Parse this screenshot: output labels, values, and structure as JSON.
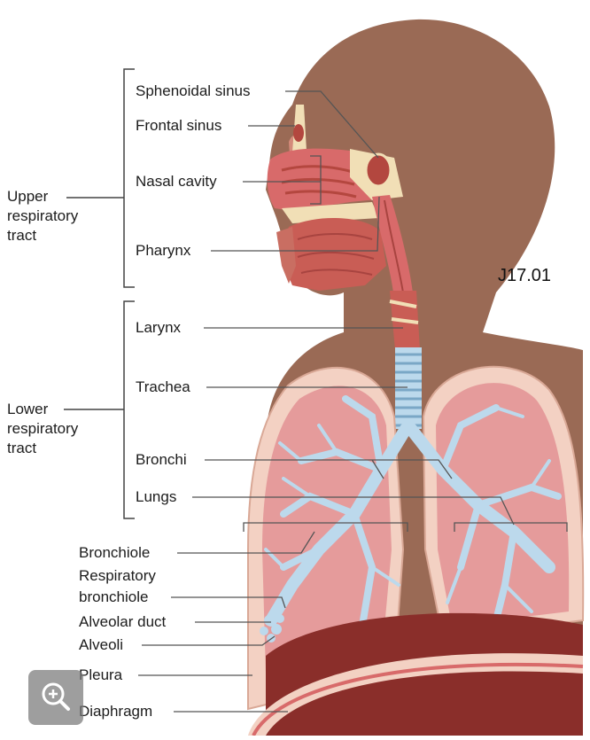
{
  "figure_code": "J17.01",
  "groups": {
    "upper": [
      "Upper",
      "respiratory",
      "tract"
    ],
    "lower": [
      "Lower",
      "respiratory",
      "tract"
    ]
  },
  "labels": {
    "sphenoidal_sinus": "Sphenoidal sinus",
    "frontal_sinus": "Frontal sinus",
    "nasal_cavity": "Nasal cavity",
    "pharynx": "Pharynx",
    "larynx": "Larynx",
    "trachea": "Trachea",
    "bronchi": "Bronchi",
    "lungs": "Lungs",
    "bronchiole": "Bronchiole",
    "respiratory_bronchiole_1": "Respiratory",
    "respiratory_bronchiole_2": "bronchiole",
    "alveolar_duct": "Alveolar duct",
    "alveoli": "Alveoli",
    "pleura": "Pleura",
    "diaphragm": "Diaphragm"
  },
  "zoom_button": {
    "icon": "zoom-in-icon"
  },
  "colors": {
    "skin": "#9a6a55",
    "lung": "#e59b9b",
    "pleura": "#f3d1c3",
    "airway": "#bcd9ec",
    "diaphragm": "#8a2e2a",
    "mucosa": "#d86a6a",
    "bone": "#f1dfb6"
  }
}
